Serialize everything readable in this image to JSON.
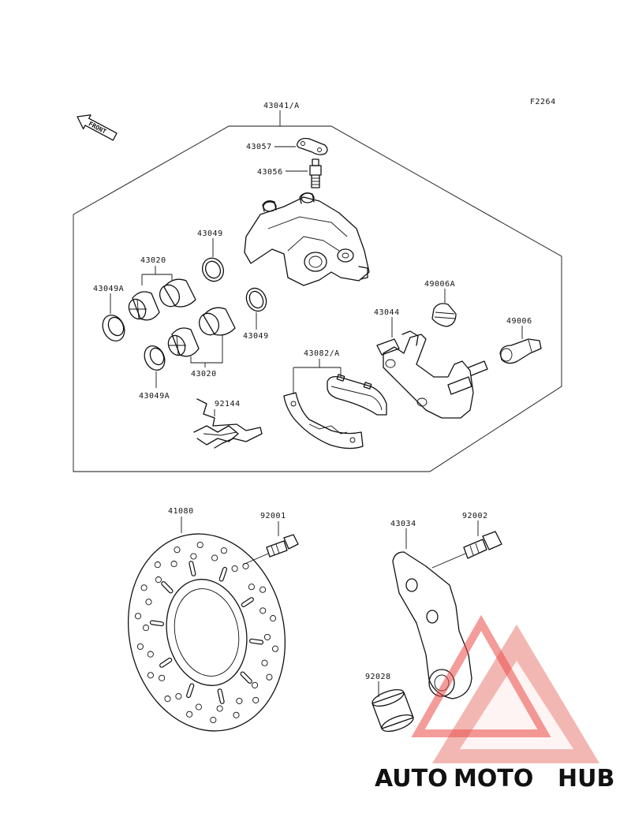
{
  "figure_code": "F2264",
  "front_label": "FRONT",
  "labels": {
    "assembly": "43041/A",
    "p43057": "43057",
    "p43056": "43056",
    "p43049_top": "43049",
    "p43020_top": "43020",
    "p43049a_top": "43049A",
    "p43049_mid": "43049",
    "p43020_bottom": "43020",
    "p43049a_bottom": "43049A",
    "p92144": "92144",
    "p43082": "43082/A",
    "p43044": "43044",
    "p49006a": "49006A",
    "p49006": "49006",
    "p41080": "41080",
    "p92001": "92001",
    "p43034": "43034",
    "p92002": "92002",
    "p92028": "92028"
  },
  "watermark": {
    "part1": "AUTO",
    "part2": "MOTO",
    "part3": "HUB",
    "color_light": "#f2b48a",
    "color_red": "#e94b46",
    "color_gray": "#6e6e6e"
  }
}
